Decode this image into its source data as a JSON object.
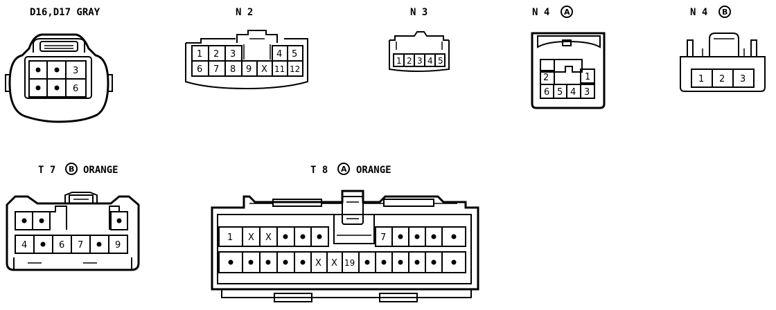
{
  "connectors": {
    "d16d17": {
      "label": "D16,D17 GRAY",
      "pins": [
        "",
        "",
        "3",
        "",
        "",
        "6"
      ]
    },
    "n2": {
      "label": "N 2",
      "row1": [
        "1",
        "2",
        "3",
        "4",
        "5"
      ],
      "row2": [
        "6",
        "7",
        "8",
        "9",
        "X",
        "11",
        "12"
      ]
    },
    "n3": {
      "label": "N 3",
      "row1": [
        "1",
        "2",
        "3",
        "4",
        "5"
      ]
    },
    "n4a": {
      "label": "N 4",
      "badge": "A",
      "top": [
        "2",
        "1"
      ],
      "bottom": [
        "6",
        "5",
        "4",
        "3"
      ]
    },
    "n4b": {
      "label": "N 4",
      "badge": "B",
      "row1": [
        "1",
        "2",
        "3"
      ]
    },
    "t7b": {
      "label_prefix": "T 7",
      "badge": "B",
      "label_suffix": "ORANGE",
      "row2": [
        "4",
        "",
        "6",
        "7",
        "",
        "9"
      ]
    },
    "t8a": {
      "label_prefix": "T 8",
      "badge": "A",
      "label_suffix": "ORANGE",
      "row1_left": [
        "1",
        "X",
        "X",
        "",
        ""
      ],
      "row1_right": [
        "7",
        "",
        "",
        "",
        ""
      ],
      "row2": [
        "",
        "",
        "",
        "",
        "",
        "X",
        "X",
        "19",
        "",
        "",
        "",
        "",
        "",
        ""
      ]
    }
  }
}
